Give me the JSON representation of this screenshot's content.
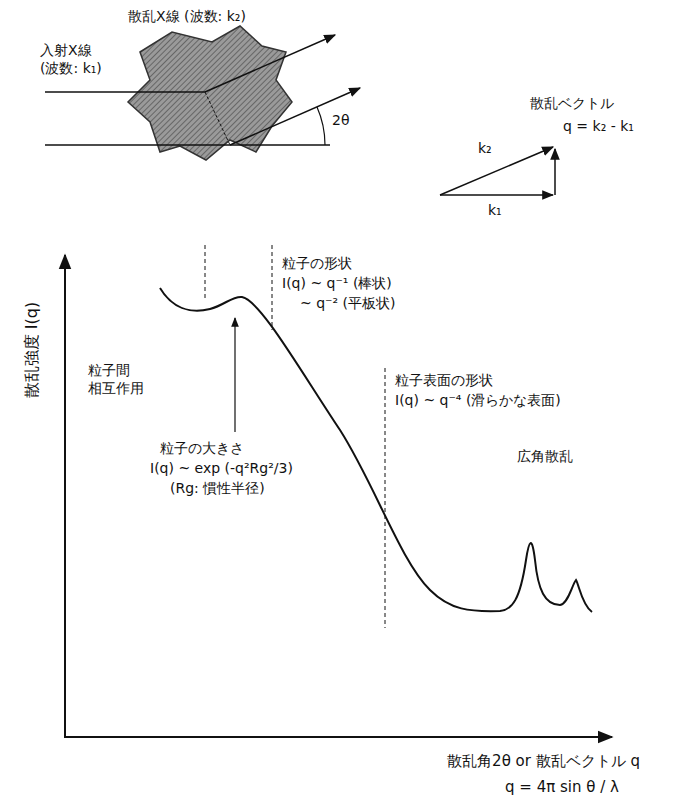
{
  "diagram": {
    "labels": [
      "散乱X線 (波数: k₂)",
      "入射X線 (波数: k₁)",
      "2θ",
      "散乱ベクトル",
      "q = k₂ - k₁",
      "k₂",
      "k₁",
      "散乱強度 I(q)",
      "粒子間 相互作用",
      "粒子の大きさ",
      "I(q) ~ exp (-q²Rg²/3)",
      "(Rg: 慣性半径)",
      "粒子の形状",
      "I(q) ~ q⁻¹ (棒状)",
      "~ q⁻² (平板状)",
      "粒子表面の形状",
      "I(q) ~ q⁻⁴ (滑らかな表面)",
      "広角散乱",
      "散乱角2θ or 散乱ベクトル q",
      "q = 4π sin θ / λ"
    ]
  }
}
